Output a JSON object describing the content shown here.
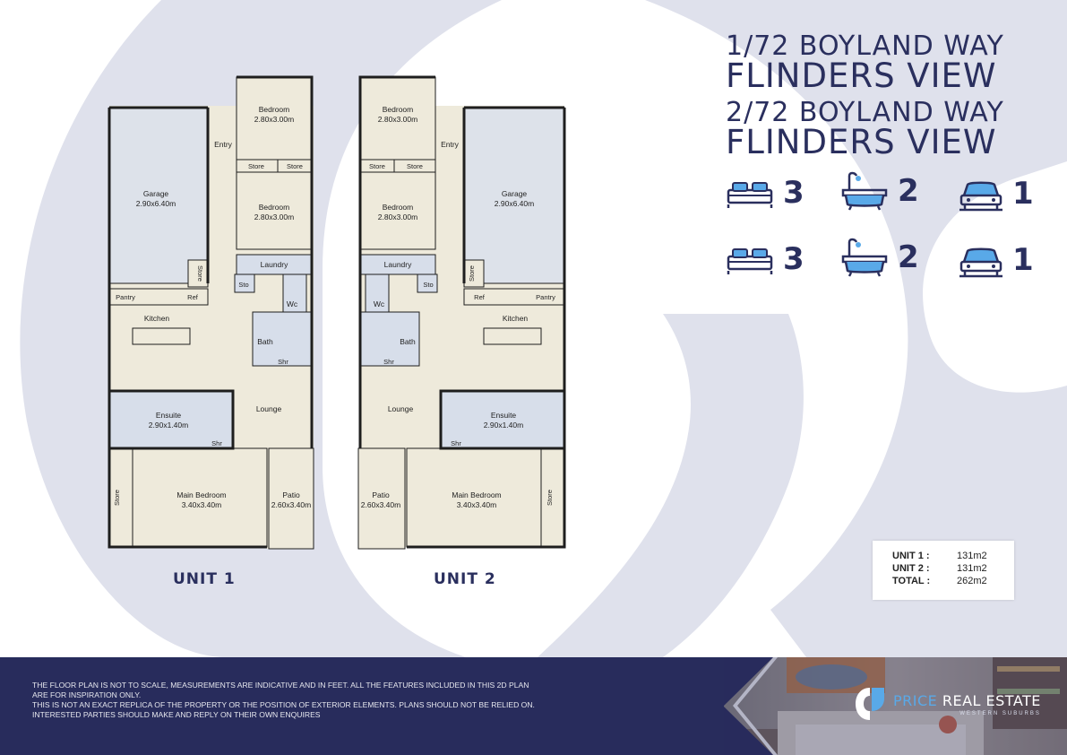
{
  "titles": {
    "unit1_address": "1/72 BOYLAND WAY",
    "unit1_name": "FLINDERS VIEW",
    "unit2_address": "2/72 BOYLAND WAY",
    "unit2_name": "FLINDERS VIEW"
  },
  "features": {
    "row1": {
      "bedrooms": "3",
      "bathrooms": "2",
      "cars": "1"
    },
    "row2": {
      "bedrooms": "3",
      "bathrooms": "2",
      "cars": "1"
    },
    "icons": [
      "bed-icon",
      "bath-icon",
      "car-icon"
    ]
  },
  "unit_labels": {
    "unit1": "UNIT 1",
    "unit2": "UNIT 2"
  },
  "areas": [
    {
      "label": "UNIT 1 :",
      "value": "131m2"
    },
    {
      "label": "UNIT 2 :",
      "value": "131m2"
    },
    {
      "label": "TOTAL :",
      "value": "262m2"
    }
  ],
  "rooms": {
    "bedroom": "Bedroom",
    "bedroom_size": "2.80x3.00m",
    "store": "Store",
    "entry": "Entry",
    "garage": "Garage",
    "garage_size": "2.90x6.40m",
    "laundry": "Laundry",
    "sto": "Sto",
    "wc": "Wc",
    "pantry": "Pantry",
    "ref": "Ref",
    "kitchen": "Kitchen",
    "bath": "Bath",
    "shr": "Shr",
    "lounge": "Lounge",
    "ensuite": "Ensuite",
    "ensuite_size": "2.90x1.40m",
    "main_bedroom": "Main Bedroom",
    "main_bedroom_size": "3.40x3.40m",
    "patio": "Patio",
    "patio_size": "2.60x3.40m"
  },
  "disclaimer": [
    "THE FLOOR PLAN IS NOT TO SCALE, MEASUREMENTS ARE INDICATIVE AND IN FEET. ALL THE FEATURES INCLUDED IN THIS 2D PLAN",
    "ARE FOR INSPIRATION ONLY.",
    "THIS IS NOT AN EXACT REPLICA OF THE PROPERTY OR THE POSITION OF EXTERIOR ELEMENTS. PLANS SHOULD NOT BE RELIED ON.",
    "INTERESTED PARTIES SHOULD MAKE AND REPLY ON THEIR OWN ENQUIRES"
  ],
  "logo": {
    "brand_a": "PRICE",
    "brand_b": " REAL ESTATE",
    "tagline": "WESTERN SUBURBS"
  },
  "colors": {
    "navy": "#2a2f5e",
    "floor": "#eeeadb",
    "wet": "#d7deea",
    "garage": "#dde2ea",
    "bg_shape": "#dfe1ec",
    "accent": "#59a9e8"
  }
}
